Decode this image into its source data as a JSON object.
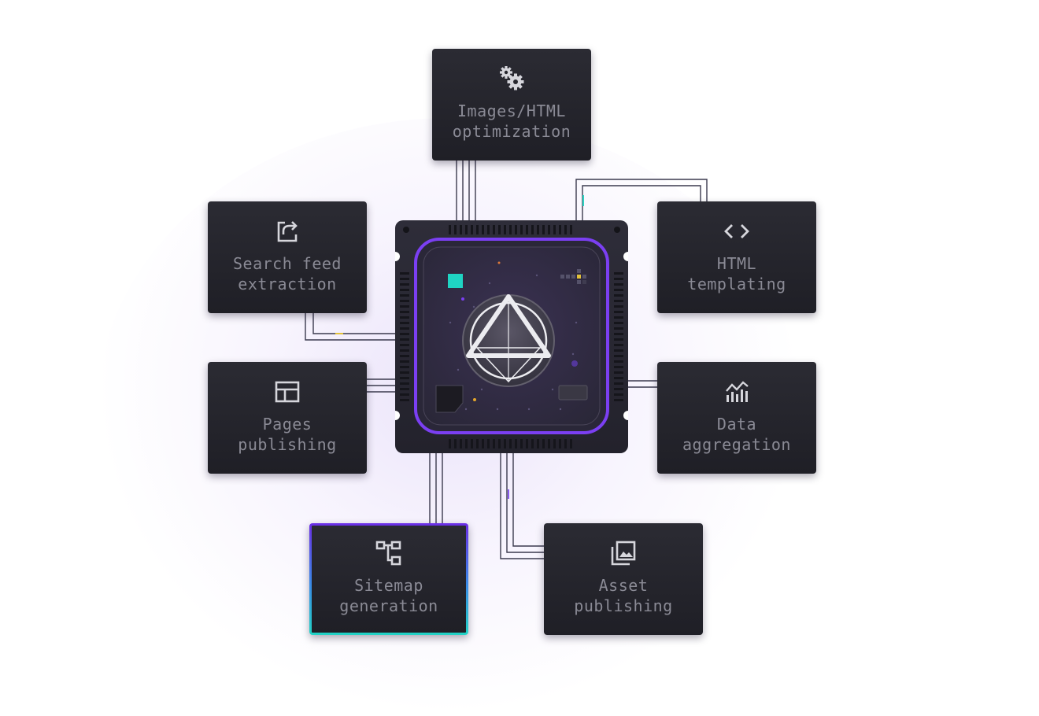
{
  "nodes": [
    {
      "id": "images-html",
      "label": "Images/HTML\noptimization",
      "icon": "gears-icon"
    },
    {
      "id": "search-feed",
      "label": "Search feed\nextraction",
      "icon": "export-icon"
    },
    {
      "id": "html-templating",
      "label": "HTML\ntemplating",
      "icon": "code-icon"
    },
    {
      "id": "pages-publishing",
      "label": "Pages\npublishing",
      "icon": "layout-icon"
    },
    {
      "id": "data-aggregation",
      "label": "Data\naggregation",
      "icon": "chart-icon"
    },
    {
      "id": "sitemap-generation",
      "label": "Sitemap\ngeneration",
      "icon": "sitemap-icon"
    },
    {
      "id": "asset-publishing",
      "label": "Asset\npublishing",
      "icon": "gallery-icon"
    }
  ],
  "center": {
    "icon": "triangle-logo-icon"
  },
  "colors": {
    "card": "#24242b",
    "accent": "#7b3ff2",
    "teal": "#1fd4c3",
    "wire": "#3a3a48"
  }
}
